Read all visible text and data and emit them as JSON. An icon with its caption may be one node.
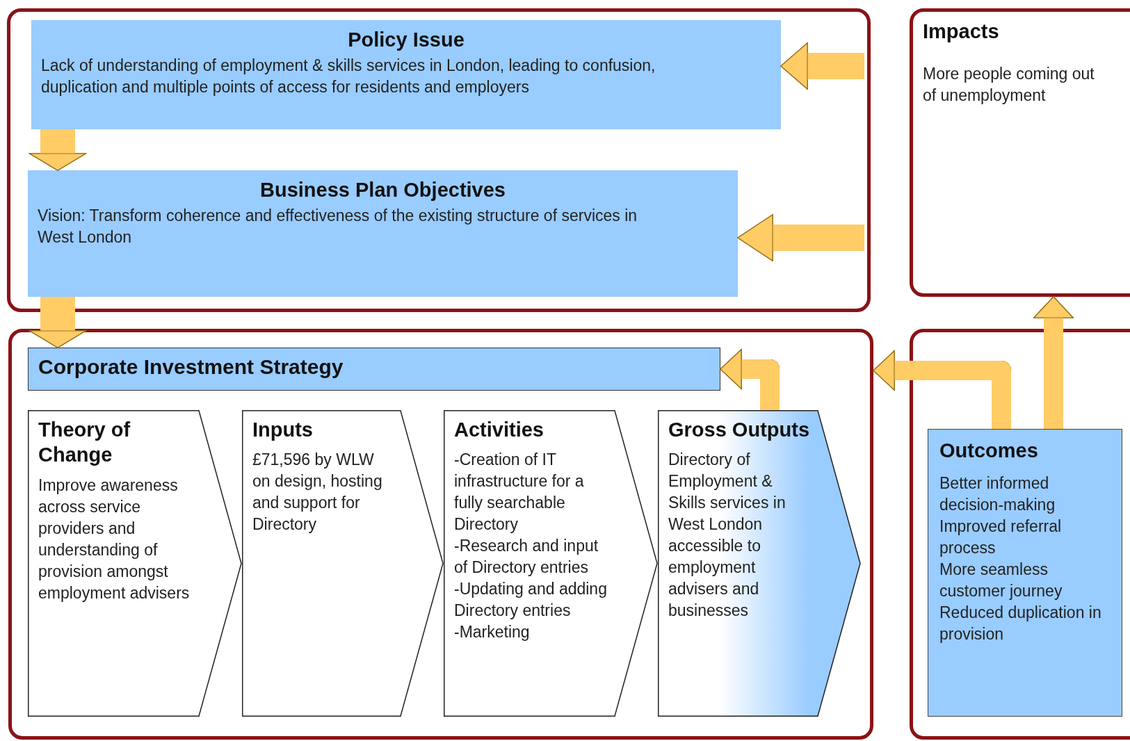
{
  "diagram": {
    "nodes": [
      {
        "text": [],
        "shape": "box"
      },
      {
        "text": [
          "Policy Issue",
          "Lack of understanding of employment & skills services in London, leading to confusion, duplication and multiple points of access for residents and employers"
        ],
        "in": 0
      },
      {
        "text": [
          "Business Plan Objectives",
          "Vision: Transform coherence and effectiveness of the existing structure of services in West London"
        ],
        "in": 0
      },
      {
        "text": [
          "Impacts",
          "More people coming out of unemployment"
        ]
      },
      {
        "text": [],
        "shape": "box"
      },
      {
        "text": [
          "Corporate Investment Strategy"
        ],
        "in": 4
      },
      {
        "text": [
          "Theory of Change",
          "Improve awareness across service providers and understanding of provision amongst employment advisers"
        ],
        "in": 4
      },
      {
        "text": [
          "Inputs",
          "£71,596 by WLW on design, hosting and support for Directory"
        ],
        "in": 4
      },
      {
        "text": [
          "Activities",
          "-Creation of IT infrastructure for a fully searchable Directory",
          "-Research and input of Directory entries",
          "-Updating and adding Directory entries",
          "-Marketing"
        ],
        "in": 4
      },
      {
        "text": [
          "Gross Outputs",
          "Directory of Employment & Skills services in West London accessible to employment advisers and businesses"
        ],
        "in": 4
      },
      {
        "text": [],
        "shape": "box"
      },
      {
        "text": [
          "Outcomes",
          "Better informed decision-making",
          "Improved referral process",
          "More seamless customer journey",
          "Reduced duplication in provision"
        ],
        "in": 10
      }
    ],
    "edges": [
      {
        "from": 1,
        "to": 2,
        "arrow": "to"
      },
      {
        "from": 2,
        "to": 5,
        "arrow": "to"
      },
      {
        "from": null,
        "to": 1,
        "arrow": "to"
      },
      {
        "from": null,
        "to": 2,
        "arrow": "to"
      },
      {
        "from": 9,
        "to": 5,
        "arrow": "to"
      },
      {
        "from": 11,
        "to": 4,
        "arrow": "to"
      },
      {
        "from": 11,
        "to": 3,
        "arrow": "to"
      }
    ]
  }
}
